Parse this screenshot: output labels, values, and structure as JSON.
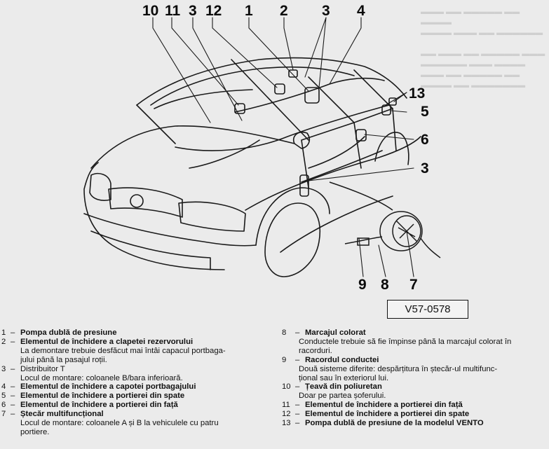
{
  "diagram": {
    "callouts_top": [
      "10",
      "11",
      "3",
      "12",
      "1",
      "2",
      "3",
      "4"
    ],
    "callouts_right": [
      "13",
      "5",
      "6",
      "3"
    ],
    "callouts_bottom": [
      "9",
      "8",
      "7"
    ],
    "code": "V57-0578"
  },
  "legend_left": [
    {
      "num": "1",
      "title": "Pompa dublă de presiune",
      "note": []
    },
    {
      "num": "2",
      "title": "Elementul de închidere a clapetei rezervorului",
      "note": [
        "La demontare trebuie desfăcut mai întâi capacul portbaga-",
        "jului până la pasajul roții."
      ]
    },
    {
      "num": "3",
      "title": "Distribuitor T",
      "note": [
        "Locul de montare: coloanele B/bara inferioară."
      ]
    },
    {
      "num": "4",
      "title": "Elementul de închidere a capotei portbagajului",
      "note": []
    },
    {
      "num": "5",
      "title": "Elementul de închidere a portierei din spate",
      "note": []
    },
    {
      "num": "6",
      "title": "Elementul de închidere a portierei din față",
      "note": []
    },
    {
      "num": "7",
      "title": "Ștecăr multifuncțional",
      "note": [
        "Locul de montare: coloanele A și B la vehiculele cu patru",
        "portiere."
      ]
    }
  ],
  "legend_right": [
    {
      "num": "8",
      "title": "Marcajul colorat",
      "note": [
        "Conductele trebuie să fie împinse până la marcajul colorat în",
        "racorduri."
      ]
    },
    {
      "num": "9",
      "title": "Racordul conductei",
      "note": [
        "Două sisteme diferite: despărțitura în ștecăr-ul multifunc-",
        "țional sau în exteriorul lui."
      ]
    },
    {
      "num": "10",
      "title": "Țeavă din poliuretan",
      "note": [
        "Doar pe partea șoferului."
      ]
    },
    {
      "num": "11",
      "title": "Elementul de închidere a portierei din față",
      "note": []
    },
    {
      "num": "12",
      "title": "Elementul de închidere a portierei din spate",
      "note": []
    },
    {
      "num": "13",
      "title": "Pompa dublă de presiune de la modelul VENTO",
      "note": []
    }
  ]
}
